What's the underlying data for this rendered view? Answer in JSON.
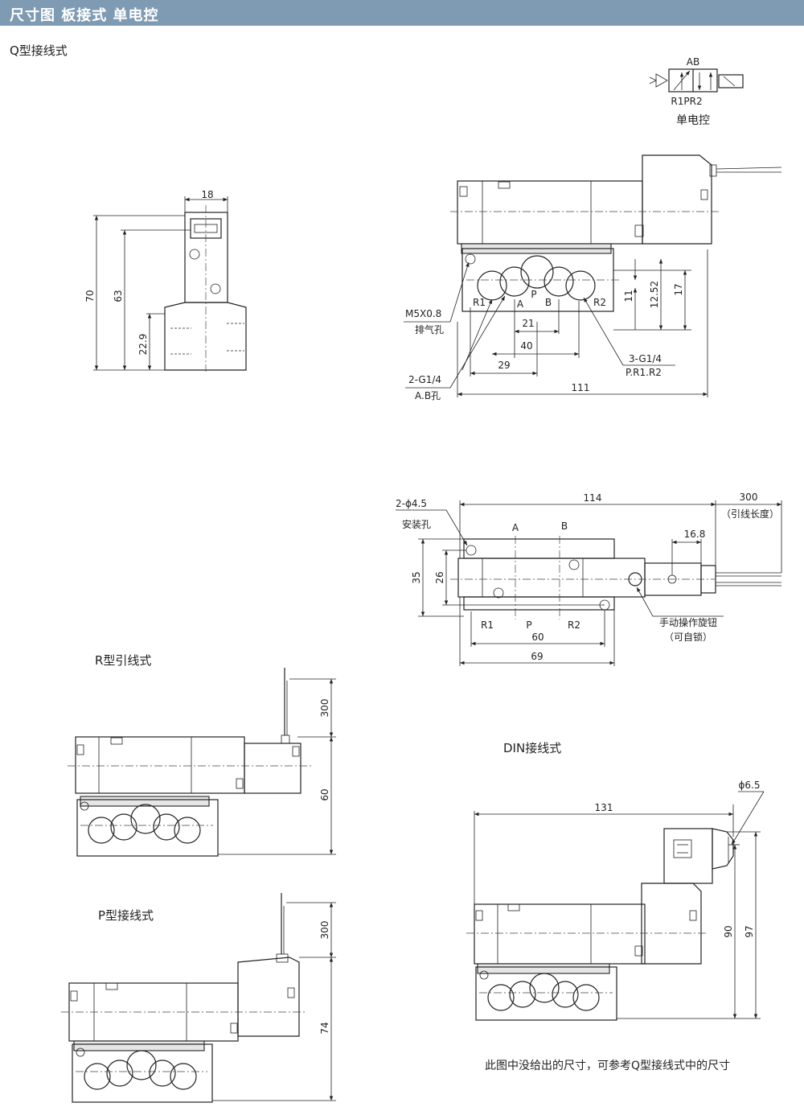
{
  "header": {
    "title": "尺寸图 板接式 单电控"
  },
  "views": {
    "q_type": "Q型接线式",
    "r_type": "R型引线式",
    "p_type": "P型接线式",
    "din_type": "DIN接线式"
  },
  "symbol": {
    "top_label": "AB",
    "bottom_label": "R1PR2",
    "caption": "单电控"
  },
  "side_view": {
    "width": "18",
    "h_total": "70",
    "h_63": "63",
    "h_base": "22.9"
  },
  "front_view": {
    "ports": [
      "R1",
      "A",
      "P",
      "B",
      "R2"
    ],
    "d_11": "11",
    "d_12_52": "12.52",
    "d_17": "17",
    "d_21": "21",
    "d_40": "40",
    "d_29": "29",
    "d_111": "111",
    "exhaust_thread": "M5X0.8",
    "exhaust_name": "排气孔",
    "ab_thread": "2-G1/4",
    "ab_name": "A.B孔",
    "prr_thread": "3-G1/4",
    "prr_name": "P.R1.R2"
  },
  "top_view": {
    "d_114": "114",
    "d_300": "300",
    "lead_note": "（引线长度）",
    "d_16_8": "16.8",
    "d_35": "35",
    "d_26": "26",
    "d_60": "60",
    "d_69": "69",
    "hole_spec": "2-ϕ4.5",
    "hole_name": "安装孔",
    "top_ports": [
      "A",
      "B"
    ],
    "bottom_ports": [
      "R1",
      "P",
      "R2"
    ],
    "manual_name": "手动操作旋钮",
    "manual_note": "（可自锁）"
  },
  "r_view": {
    "d_300": "300",
    "d_60": "60"
  },
  "p_view": {
    "d_300": "300",
    "d_74": "74"
  },
  "din_view": {
    "d_131": "131",
    "d_phi": "ϕ6.5",
    "d_90": "90",
    "d_97": "97"
  },
  "note": "此图中没给出的尺寸，可参考Q型接线式中的尺寸"
}
